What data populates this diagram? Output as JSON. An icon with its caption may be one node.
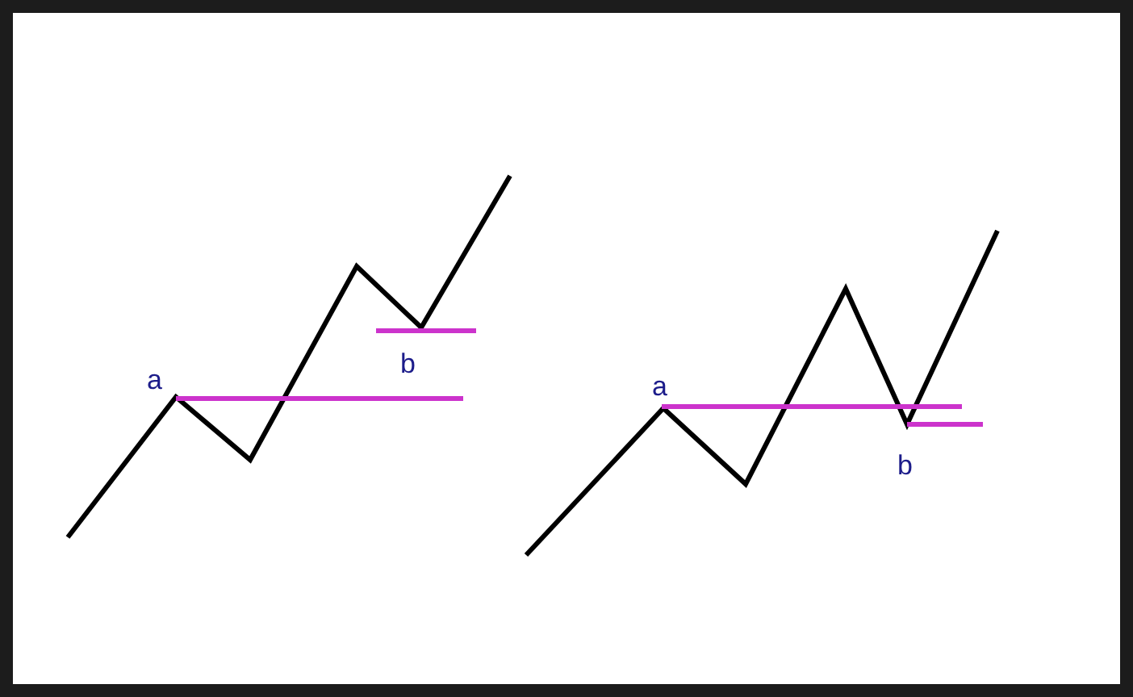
{
  "diagram": {
    "labels": [
      "a",
      "b",
      "a",
      "b"
    ]
  }
}
